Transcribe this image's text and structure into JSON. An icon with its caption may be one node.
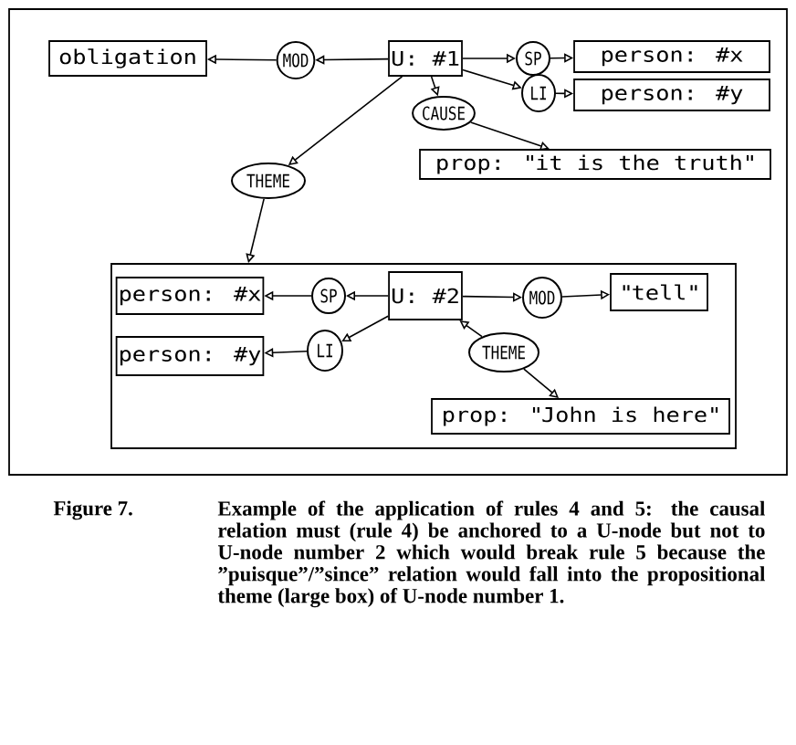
{
  "diagram": {
    "caption": "Example of the application of rules 4 and 5: the causal relation must (rule 4) be anchored to a U-node but not to U-node number 2 which would break rule 5 because the ”puisque”/”since” relation would fall into the propositional theme (large box) of U-node number 1.",
    "nodes": [
      {
        "text": [
          "obligation"
        ]
      },
      {
        "text": [
          "MOD"
        ]
      },
      {
        "text": [
          "U: #1"
        ]
      },
      {
        "text": [
          "SP"
        ]
      },
      {
        "text": [
          "LI"
        ]
      },
      {
        "text": [
          "person: #x"
        ]
      },
      {
        "text": [
          "person: #y"
        ]
      },
      {
        "text": [
          "CAUSE"
        ]
      },
      {
        "text": [
          "THEME"
        ]
      },
      {
        "text": [
          "prop: \"it is the truth\""
        ]
      },
      {
        "text": [],
        "shape": "box"
      },
      {
        "text": [
          "person: #x"
        ],
        "in": 10
      },
      {
        "text": [
          "SP"
        ],
        "in": 10
      },
      {
        "text": [
          "U: #2"
        ],
        "in": 10
      },
      {
        "text": [
          "MOD"
        ],
        "in": 10
      },
      {
        "text": [
          "\"tell\""
        ],
        "in": 10
      },
      {
        "text": [
          "person: #y"
        ],
        "in": 10
      },
      {
        "text": [
          "LI"
        ],
        "in": 10
      },
      {
        "text": [
          "THEME"
        ],
        "in": 10
      },
      {
        "text": [
          "prop: \"John is here\""
        ],
        "in": 10
      }
    ],
    "edges": [
      {
        "from": 2,
        "to": 1,
        "arrow": "to"
      },
      {
        "from": 1,
        "to": 0,
        "arrow": "to"
      },
      {
        "from": 2,
        "to": 3,
        "arrow": "to"
      },
      {
        "from": 3,
        "to": 5,
        "arrow": "to"
      },
      {
        "from": 2,
        "to": 4,
        "arrow": "to"
      },
      {
        "from": 4,
        "to": 6,
        "arrow": "to"
      },
      {
        "from": 2,
        "to": 7,
        "arrow": "to"
      },
      {
        "from": 7,
        "to": 9,
        "arrow": "to"
      },
      {
        "from": 2,
        "to": 8,
        "arrow": "to"
      },
      {
        "from": 8,
        "to": 10,
        "arrow": "to"
      },
      {
        "from": 13,
        "to": 12,
        "arrow": "to"
      },
      {
        "from": 12,
        "to": 11,
        "arrow": "to"
      },
      {
        "from": 13,
        "to": 17,
        "arrow": "to"
      },
      {
        "from": 17,
        "to": 16,
        "arrow": "to"
      },
      {
        "from": 13,
        "to": 14,
        "arrow": "to"
      },
      {
        "from": 14,
        "to": 15,
        "arrow": "to"
      },
      {
        "from": 18,
        "to": 13,
        "arrow": "to"
      },
      {
        "from": 18,
        "to": 19,
        "arrow": "to"
      }
    ],
    "labels": [
      "Figure 7."
    ]
  }
}
